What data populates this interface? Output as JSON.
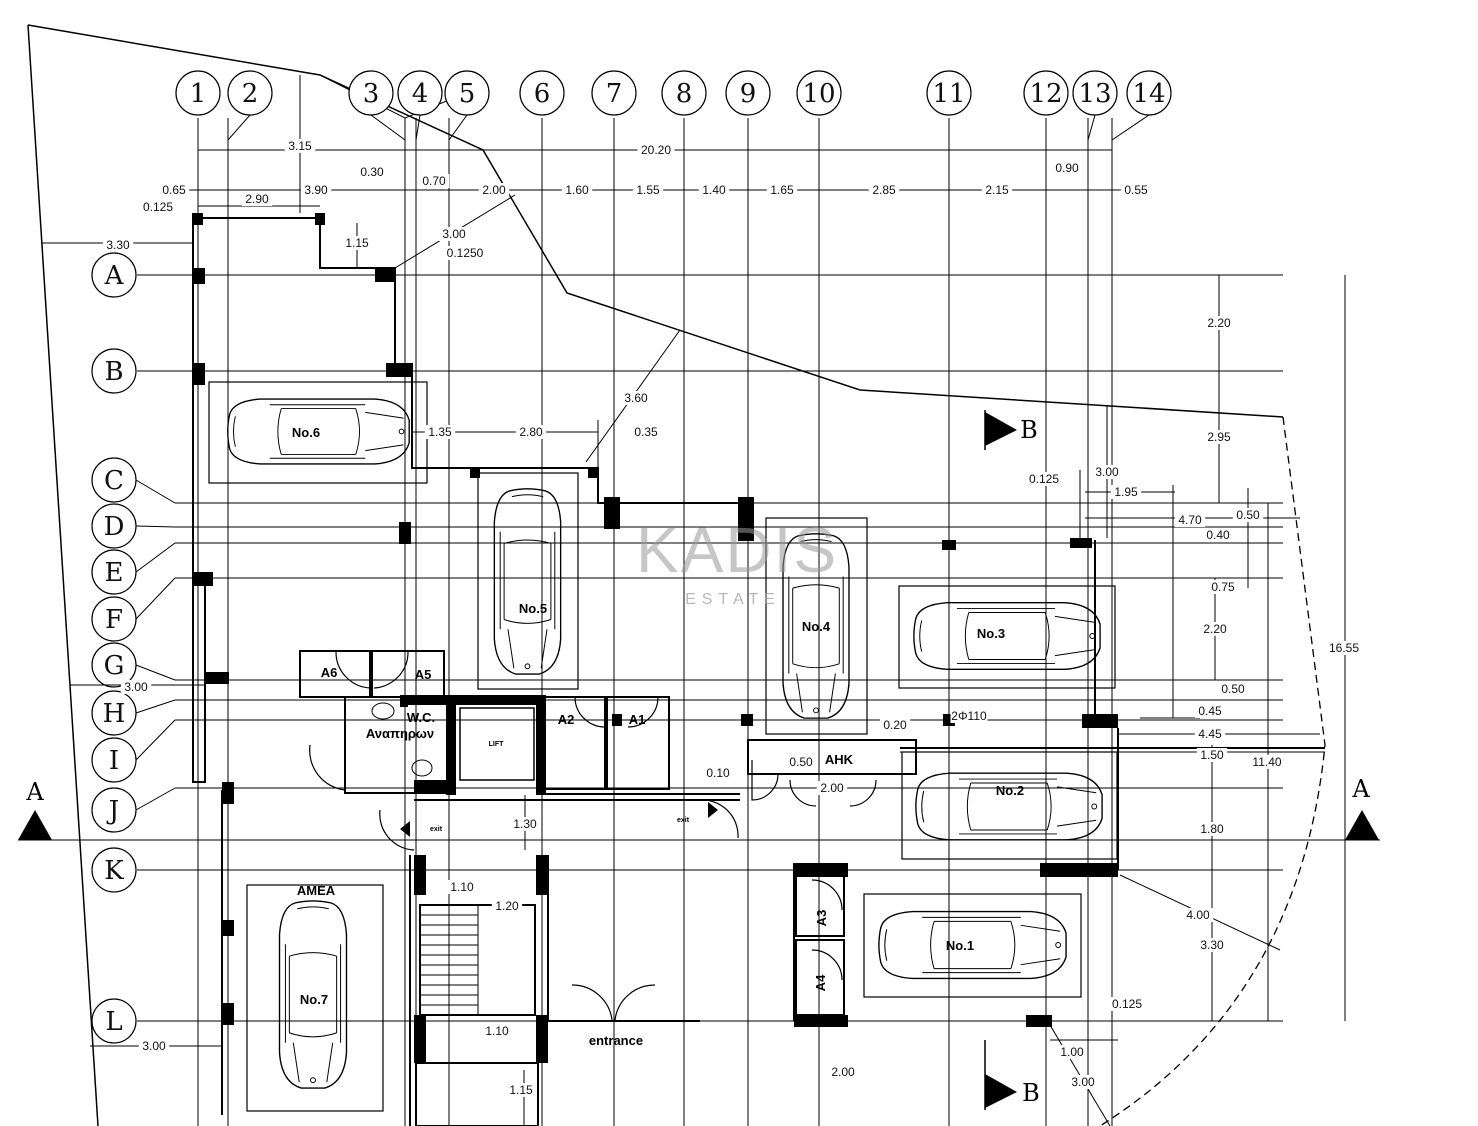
{
  "grid": {
    "columns": [
      "1",
      "2",
      "3",
      "4",
      "5",
      "6",
      "7",
      "8",
      "9",
      "10",
      "11",
      "12",
      "13",
      "14"
    ],
    "rows": [
      "A",
      "B",
      "C",
      "D",
      "E",
      "F",
      "G",
      "H",
      "I",
      "J",
      "K",
      "L"
    ]
  },
  "dimensions": [
    "3.15",
    "20.20",
    "0.65",
    "0.125",
    "2.90",
    "3.90",
    "0.30",
    "0.70",
    "2.00",
    "1.60",
    "1.55",
    "1.40",
    "1.65",
    "2.85",
    "2.15",
    "0.90",
    "0.55",
    "3.30",
    "1.15",
    "3.00",
    "0.1250",
    "2.20",
    "3.60",
    "1.35",
    "2.80",
    "0.35",
    "2.95",
    "0.125",
    "3.00",
    "1.95",
    "4.70",
    "0.50",
    "0.40",
    "0.75",
    "2.20",
    "0.50",
    "0.45",
    "4.45",
    "1.50",
    "11.40",
    "16.55",
    "3.00",
    "0.20",
    "2Φ110",
    "0.10",
    "0.50",
    "2.00",
    "1.30",
    "1.80",
    "1.10",
    "1.20",
    "4.00",
    "3.30",
    "1.10",
    "0.125",
    "3.00",
    "2.00",
    "1.00",
    "3.00",
    "1.15"
  ],
  "parking": {
    "no1": "No.1",
    "no2": "No.2",
    "no3": "No.3",
    "no4": "No.4",
    "no5": "No.5",
    "no6": "No.6",
    "no7": "No.7",
    "accessible": "AMEA"
  },
  "rooms": {
    "a1": "A1",
    "a2": "A2",
    "a3": "A3",
    "a4": "A4",
    "a5": "A5",
    "a6": "A6",
    "wc": "W.C.",
    "wc_sub": "Αναπηρων",
    "lift": "LIFT",
    "ahk": "AHK",
    "exit_left": "exit",
    "exit_right": "exit",
    "entrance": "entrance"
  },
  "sections": {
    "a_left": "A",
    "a_right": "A",
    "b_top": "B",
    "b_bottom": "B"
  },
  "watermark": {
    "brand": "KADIS",
    "sub": "ESTATE"
  }
}
